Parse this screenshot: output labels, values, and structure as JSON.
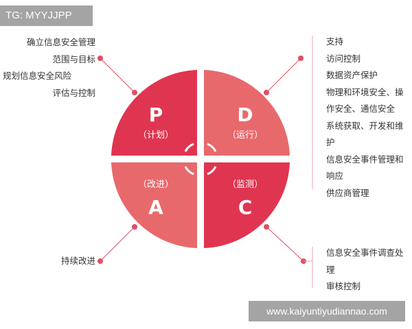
{
  "header_tag": "TG: MYYJJPP",
  "watermark": "www.kaiyuntiyudiannao.com",
  "colors": {
    "dark_red": "#e03550",
    "light_red": "#e8696c",
    "connector": "#e04f62",
    "bracket": "#e8a3ab",
    "text": "#333333"
  },
  "quadrants": {
    "plan": {
      "letter": "P",
      "label": "（计划）"
    },
    "do": {
      "letter": "D",
      "label": "（运行）"
    },
    "act": {
      "letter": "A",
      "label": "（改进）"
    },
    "check": {
      "letter": "C",
      "label": "（监测）"
    }
  },
  "plan_items": [
    "确立信息安全管理",
    "范围与目标",
    "规划信息安全风险",
    "评估与控制"
  ],
  "do_items": [
    "支持",
    "访问控制",
    "数据资产保护",
    "物理和环境安全、操",
    "作安全、通信安全",
    "系统获取、开发和维",
    "护",
    "信息安全事件管理和",
    "响应",
    "供应商管理"
  ],
  "act_items": [
    "持续改进"
  ],
  "check_items": [
    "信息安全事件调查处",
    "理",
    "审核控制"
  ]
}
